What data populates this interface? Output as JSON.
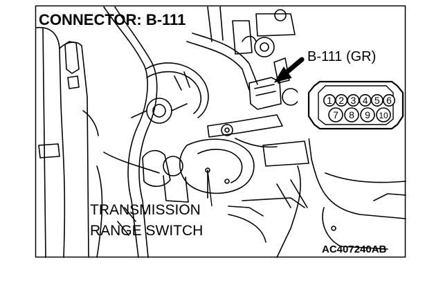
{
  "title": "CONNECTOR: B-111",
  "connector_label": "B-111 (GR)",
  "component_label_line1": "TRANSMISSION",
  "component_label_line2": "RANGE SWITCH",
  "figure_code": "AC407240AB",
  "pins_top": [
    "1",
    "2",
    "3",
    "4",
    "5",
    "6"
  ],
  "pins_bottom": [
    "7",
    "8",
    "9",
    "10"
  ],
  "colors": {
    "line": "#000000",
    "background": "#ffffff"
  }
}
